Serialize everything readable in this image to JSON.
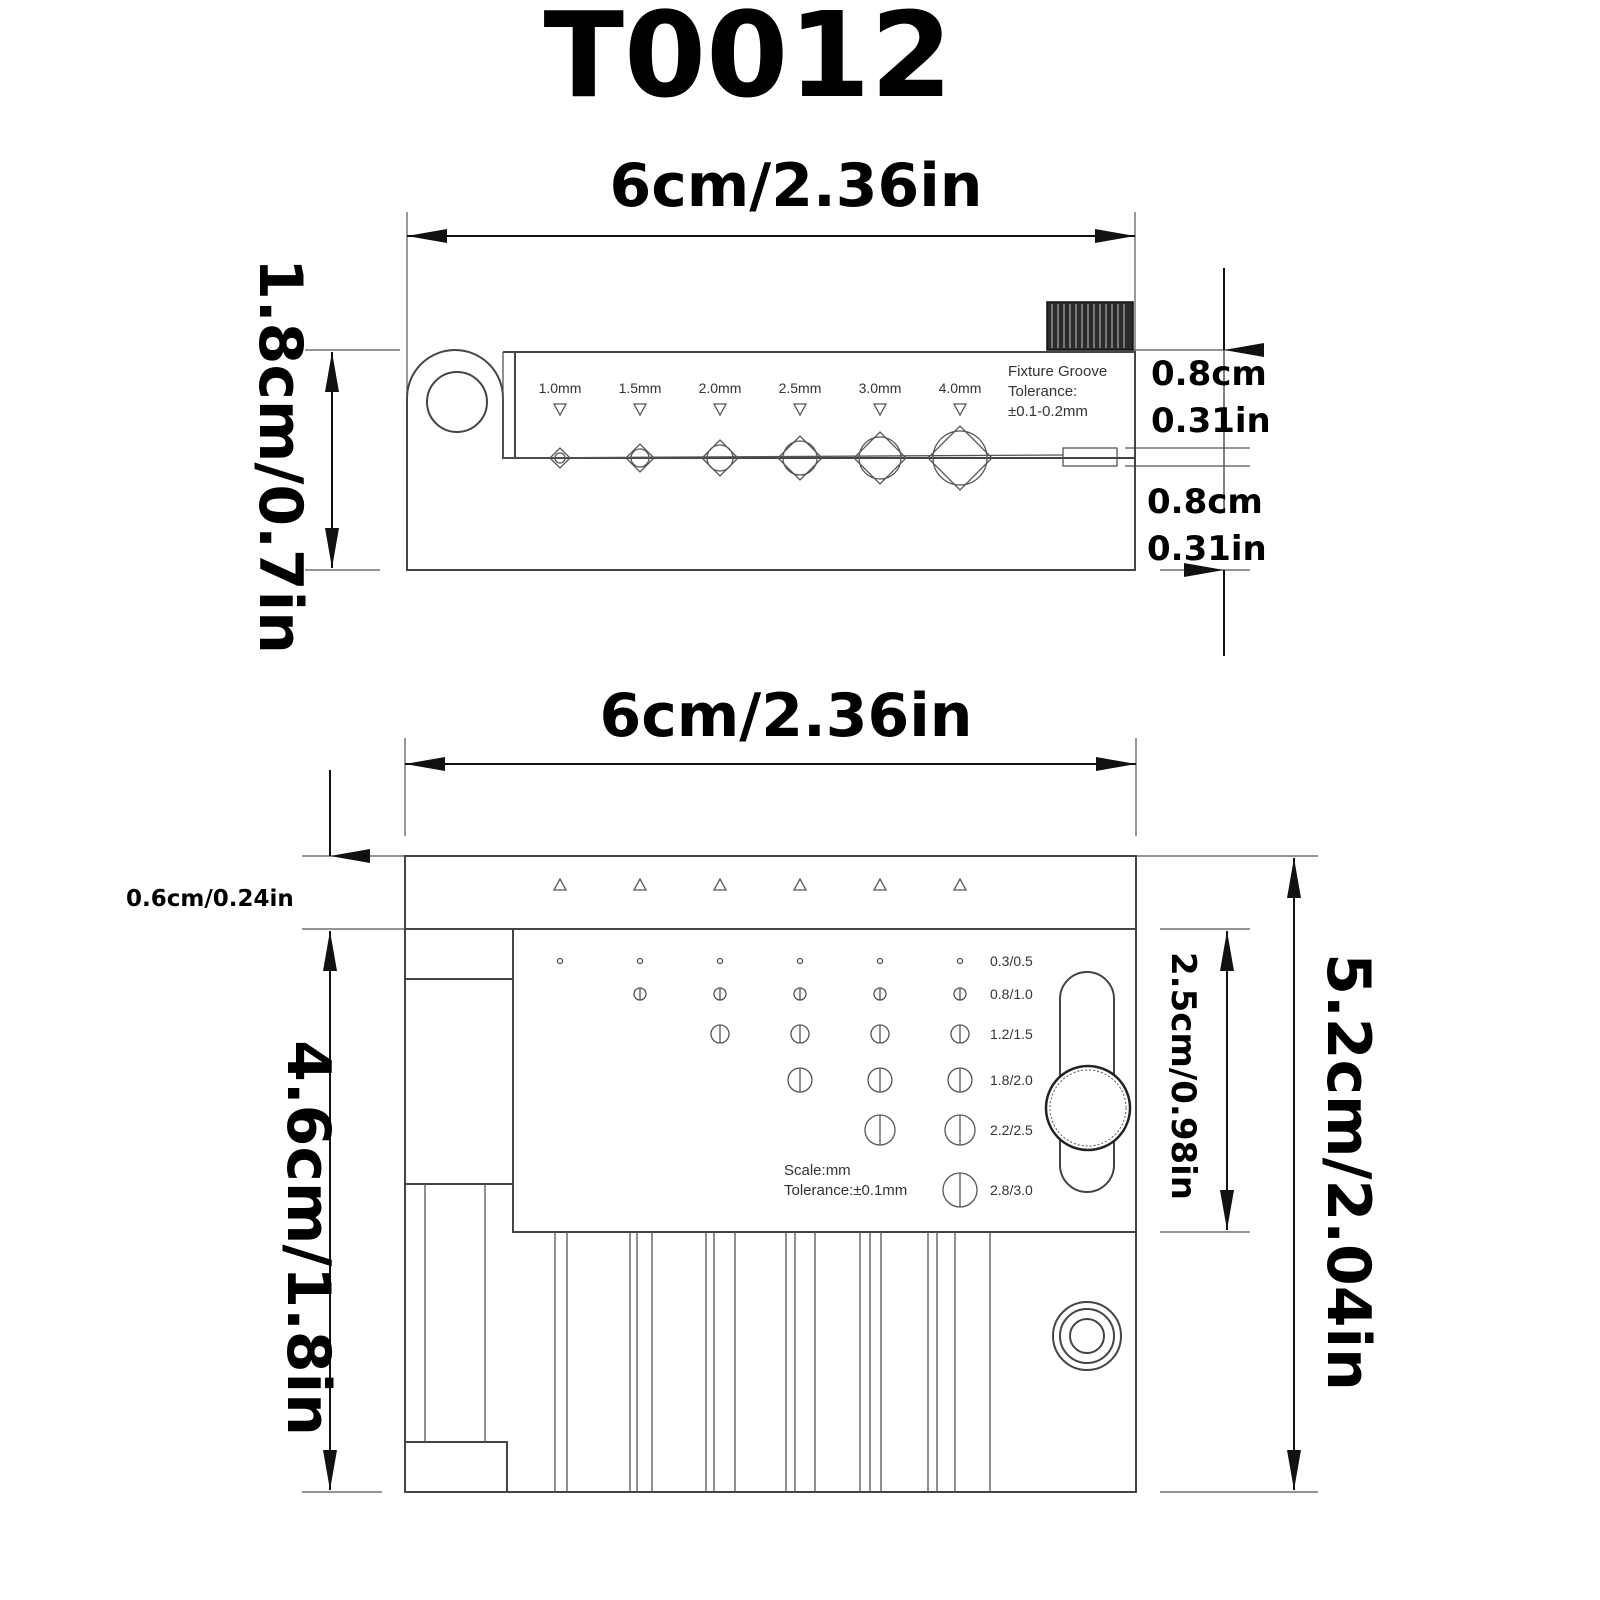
{
  "title": "T0012",
  "top_view": {
    "width_label": "6cm/2.36in",
    "height_label": "1.8cm/0.7in",
    "upper_label_cm": "0.8cm",
    "upper_label_in": "0.31in",
    "lower_label_cm": "0.8cm",
    "lower_label_in": "0.31in",
    "groove_sizes": [
      "1.0mm",
      "1.5mm",
      "2.0mm",
      "2.5mm",
      "3.0mm",
      "4.0mm"
    ],
    "groove_note": [
      "Fixture Groove",
      "Tolerance:",
      "±0.1-0.2mm"
    ]
  },
  "bottom_view": {
    "width_label": "6cm/2.36in",
    "rail_label": "0.6cm/0.24in",
    "body_height_label": "4.6cm/1.8in",
    "total_height_label": "5.2cm/2.04in",
    "gauge_height_label": "2.5cm/0.98in",
    "hole_rows": [
      "0.3/0.5",
      "0.8/1.0",
      "1.2/1.5",
      "1.8/2.0",
      "2.2/2.5",
      "2.8/3.0"
    ],
    "scale_note": [
      "Scale:mm",
      "Tolerance:±0.1mm"
    ]
  }
}
